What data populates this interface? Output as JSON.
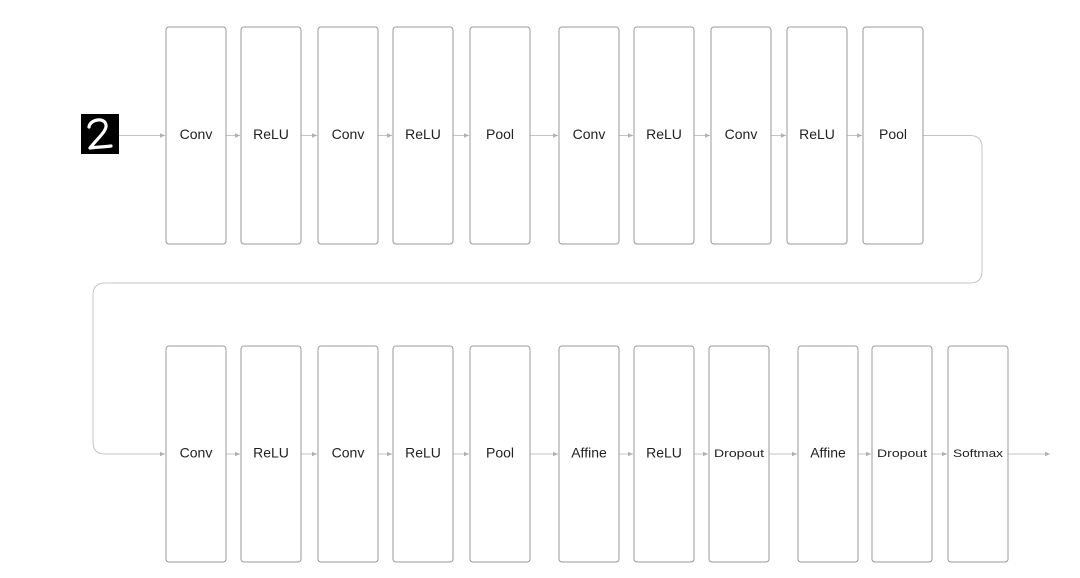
{
  "input": {
    "digit": "2"
  },
  "rows": [
    {
      "layers": [
        {
          "label": "Conv"
        },
        {
          "label": "ReLU"
        },
        {
          "label": "Conv"
        },
        {
          "label": "ReLU"
        },
        {
          "label": "Pool"
        },
        {
          "label": "Conv"
        },
        {
          "label": "ReLU"
        },
        {
          "label": "Conv"
        },
        {
          "label": "ReLU"
        },
        {
          "label": "Pool"
        }
      ]
    },
    {
      "layers": [
        {
          "label": "Conv"
        },
        {
          "label": "ReLU"
        },
        {
          "label": "Conv"
        },
        {
          "label": "ReLU"
        },
        {
          "label": "Pool"
        },
        {
          "label": "Affine"
        },
        {
          "label": "ReLU"
        },
        {
          "label": "Dropout"
        },
        {
          "label": "Affine"
        },
        {
          "label": "Dropout"
        },
        {
          "label": "Softmax"
        }
      ]
    }
  ],
  "colors": {
    "box_stroke": "#9a9a9a",
    "connector": "#c4c4c4",
    "input_background": "#000000",
    "input_digit": "#ffffff"
  }
}
